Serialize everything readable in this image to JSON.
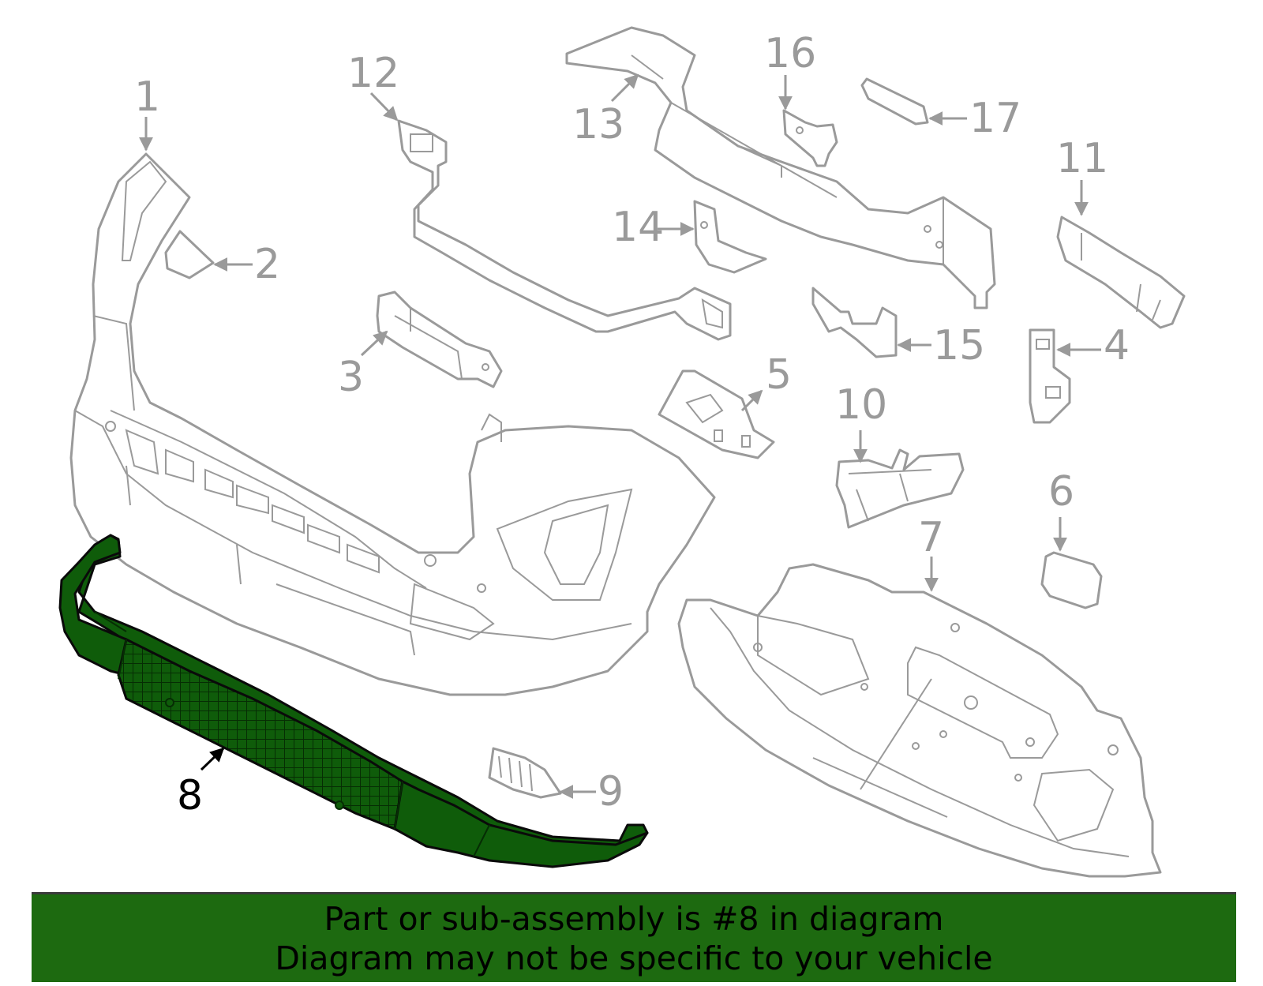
{
  "callouts": {
    "c1": "1",
    "c2": "2",
    "c3": "3",
    "c4": "4",
    "c5": "5",
    "c6": "6",
    "c7": "7",
    "c8": "8",
    "c9": "9",
    "c10": "10",
    "c11": "11",
    "c12": "12",
    "c13": "13",
    "c14": "14",
    "c15": "15",
    "c16": "16",
    "c17": "17"
  },
  "highlighted_part": "8",
  "colors": {
    "highlight": "#0f5c0a",
    "banner": "#1d6a10",
    "outline": "#9a9a9a"
  },
  "banner": {
    "line1": "Part or sub-assembly is #8 in diagram",
    "line2": "Diagram may not be specific to your vehicle"
  }
}
